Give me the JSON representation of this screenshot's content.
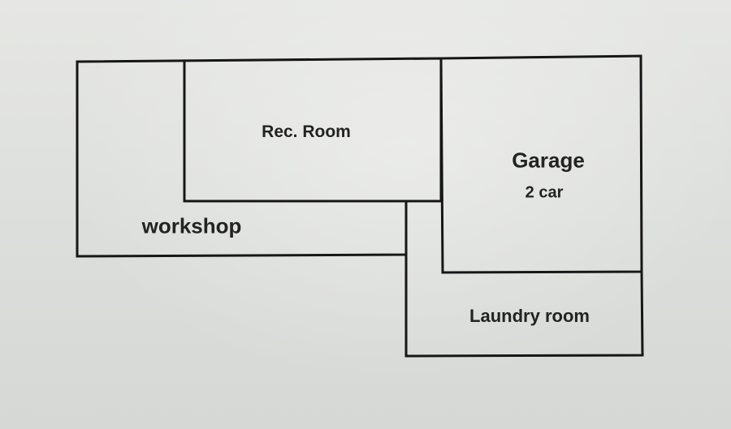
{
  "floor_plan": {
    "rooms": [
      {
        "id": "rec_room",
        "name": "Rec. Room"
      },
      {
        "id": "garage",
        "name": "Garage",
        "note": "2 car"
      },
      {
        "id": "workshop",
        "name": "workshop"
      },
      {
        "id": "laundry_room",
        "name": "Laundry room"
      }
    ]
  }
}
